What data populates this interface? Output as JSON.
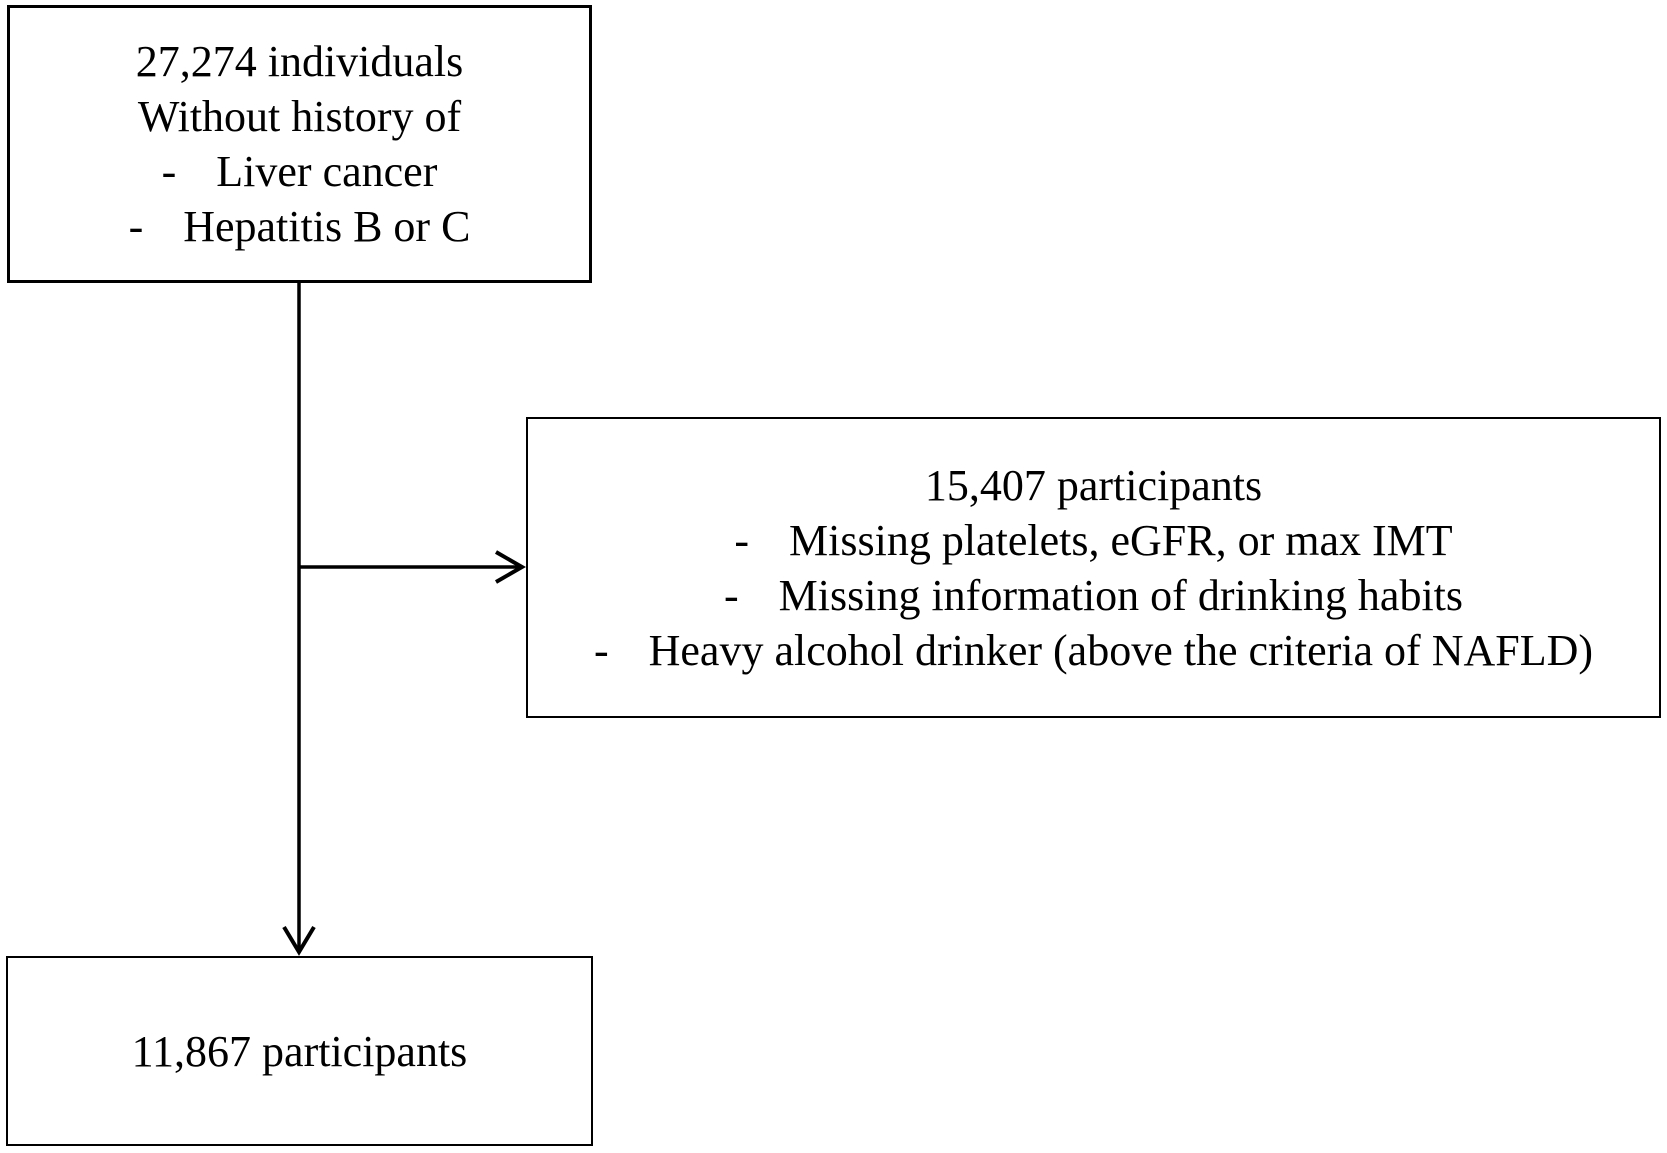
{
  "figure": {
    "kind": "participant-flow-diagram",
    "background_color": "#ffffff",
    "text_color": "#000000",
    "line_color": "#000000"
  },
  "boxes": {
    "source": {
      "lines": [
        {
          "bullet": "",
          "text": "27,274 individuals"
        },
        {
          "bullet": "",
          "text": "Without history of"
        },
        {
          "bullet": "-",
          "text": "Liver cancer"
        },
        {
          "bullet": "-",
          "text": "Hepatitis B or C"
        }
      ]
    },
    "excluded": {
      "lines": [
        {
          "bullet": "",
          "text": "15,407 participants"
        },
        {
          "bullet": "-",
          "text": "Missing platelets, eGFR, or max IMT"
        },
        {
          "bullet": "-",
          "text": "Missing information of drinking habits"
        },
        {
          "bullet": "-",
          "text": "Heavy alcohol drinker (above the criteria of NAFLD)"
        }
      ]
    },
    "final": {
      "lines": [
        {
          "bullet": "",
          "text": "11,867 participants"
        }
      ]
    }
  },
  "connectors": [
    {
      "from": "source",
      "to": "final",
      "direction": "down"
    },
    {
      "from": "source",
      "to": "excluded",
      "direction": "right"
    }
  ]
}
